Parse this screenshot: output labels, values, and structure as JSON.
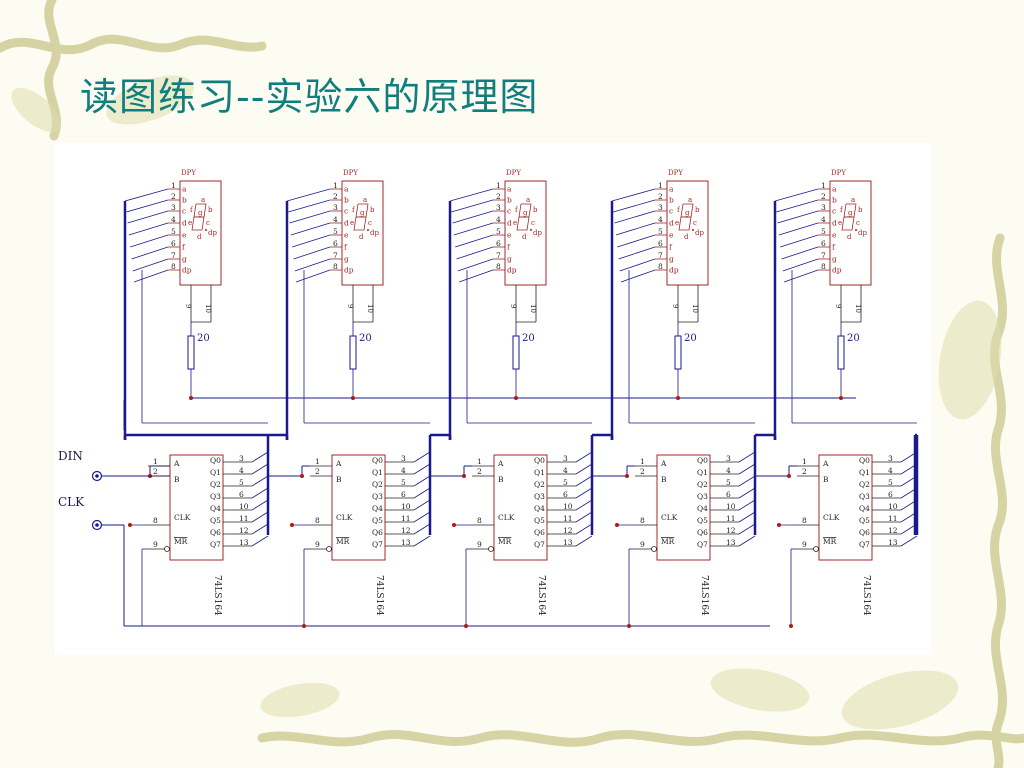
{
  "slide": {
    "title": "读图练习--实验六的原理图"
  },
  "colors": {
    "title": "#117e7e",
    "display": "#a02828",
    "wire": "#1a1a8c",
    "chip_text": "#1a1a8c",
    "resistor": "#1a1a8c",
    "junction": "#b01818",
    "vine": "#c9c78e"
  },
  "schematic": {
    "inputs": [
      "DIN",
      "CLK"
    ],
    "display": {
      "label": "DPY",
      "pin_numbers": [
        "1",
        "2",
        "3",
        "4",
        "5",
        "6",
        "7",
        "8"
      ],
      "pin_letters": [
        "a",
        "b",
        "c",
        "d",
        "e",
        "f",
        "g",
        "dp"
      ],
      "segment_letters": [
        "a",
        "b",
        "c",
        "d",
        "e",
        "f",
        "g",
        "dp"
      ],
      "bottom_pins": [
        "9",
        "10"
      ]
    },
    "resistor_value": "20",
    "chip": {
      "part": "74LS164",
      "left_pins": [
        {
          "pin": "1",
          "name": "A"
        },
        {
          "pin": "2",
          "name": "B"
        },
        {
          "pin": "8",
          "name": "CLK"
        },
        {
          "pin": "9",
          "name": "MR"
        }
      ],
      "outputs": [
        {
          "pin": "3",
          "name": "Q0"
        },
        {
          "pin": "4",
          "name": "Q1"
        },
        {
          "pin": "5",
          "name": "Q2"
        },
        {
          "pin": "6",
          "name": "Q3"
        },
        {
          "pin": "10",
          "name": "Q4"
        },
        {
          "pin": "11",
          "name": "Q5"
        },
        {
          "pin": "12",
          "name": "Q6"
        },
        {
          "pin": "13",
          "name": "Q7"
        }
      ]
    },
    "stage_count": 5
  }
}
